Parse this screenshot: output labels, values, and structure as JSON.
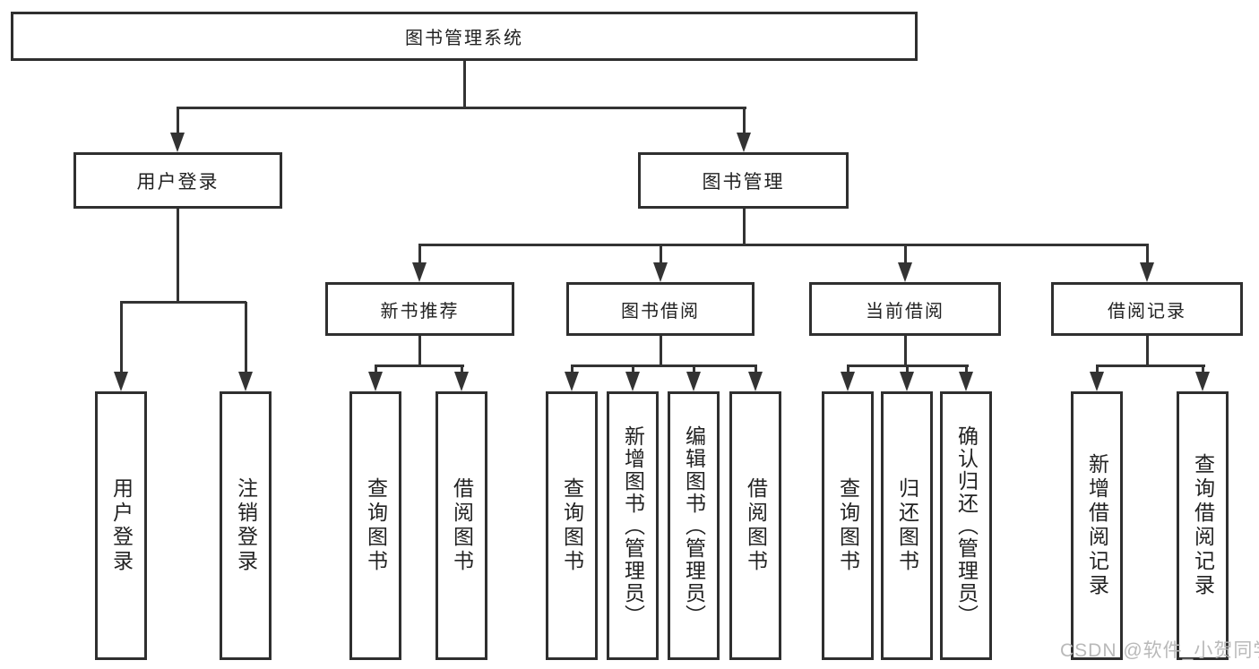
{
  "tree": {
    "label": "图书管理系统",
    "children": [
      {
        "label": "用户登录",
        "children": [
          {
            "label": "用户登录"
          },
          {
            "label": "注销登录"
          }
        ]
      },
      {
        "label": "图书管理",
        "children": [
          {
            "label": "新书推荐",
            "children": [
              {
                "label": "查询图书"
              },
              {
                "label": "借阅图书"
              }
            ]
          },
          {
            "label": "图书借阅",
            "children": [
              {
                "label": "查询图书"
              },
              {
                "label": "新增图书（管理员）"
              },
              {
                "label": "编辑图书（管理员）"
              },
              {
                "label": "借阅图书"
              }
            ]
          },
          {
            "label": "当前借阅",
            "children": [
              {
                "label": "查询图书"
              },
              {
                "label": "归还图书"
              },
              {
                "label": "确认归还（管理员）"
              }
            ]
          },
          {
            "label": "借阅记录",
            "children": [
              {
                "label": "新增借阅记录"
              },
              {
                "label": "查询借阅记录"
              }
            ]
          }
        ]
      }
    ]
  },
  "watermark": "CSDN @软件_小贺同学",
  "colors": {
    "line": "#333333",
    "border": "#2f2f2f",
    "text": "#222222",
    "watermark": "#b9b9b9",
    "background": "#ffffff"
  }
}
